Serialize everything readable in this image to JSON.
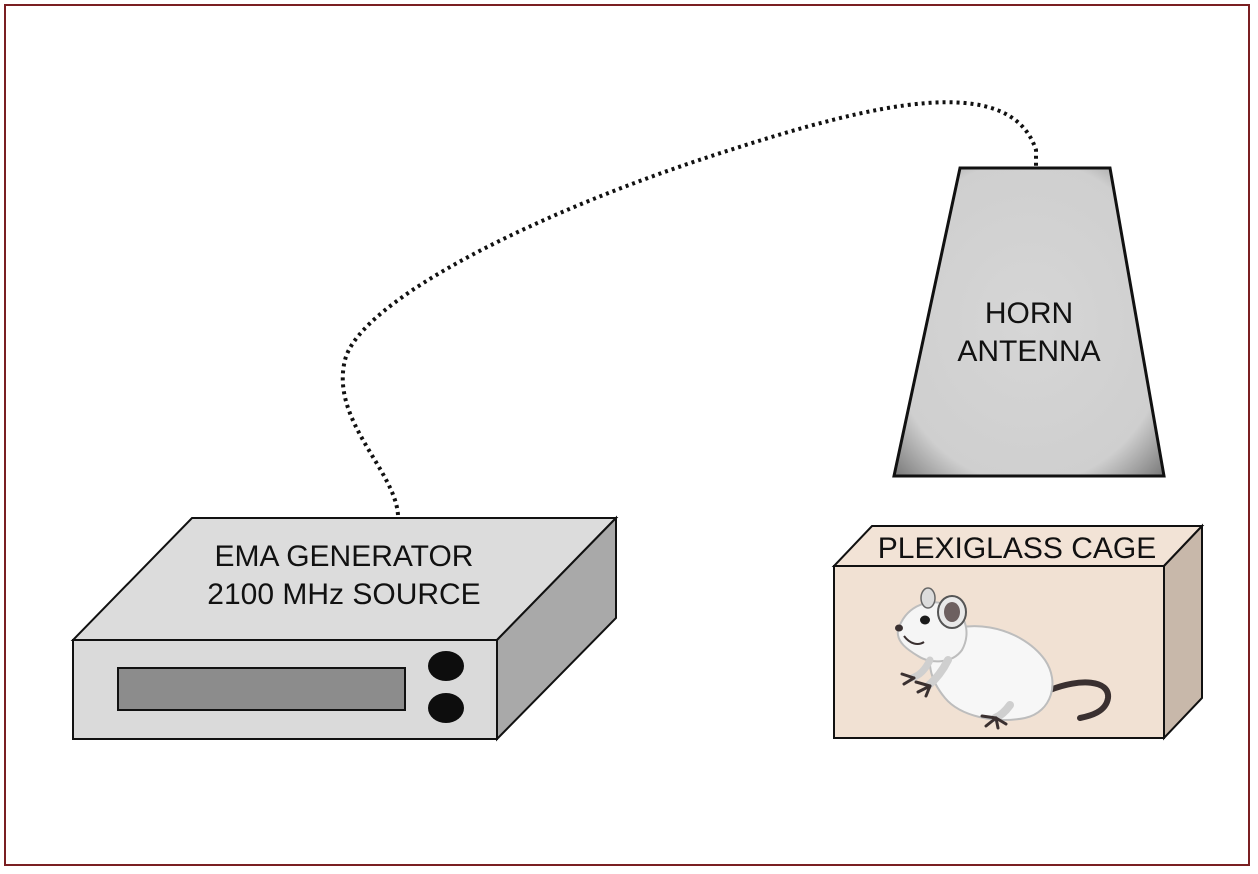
{
  "generator": {
    "line1": "EMA GENERATOR",
    "line2": "2100 MHz SOURCE"
  },
  "antenna": {
    "line1": "HORN",
    "line2": "ANTENNA"
  },
  "cage": {
    "label": "PLEXIGLASS CAGE"
  },
  "colors": {
    "frame_border": "#7a1f22",
    "device_face": "#d9d9d9",
    "device_side": "#a9a9a9",
    "display_panel": "#8c8c8c",
    "cage_front": "#f1e1d3",
    "cage_side": "#c9b8aa",
    "antenna_fill": "#d4d4d4"
  },
  "icons": {
    "subject": "rat-icon",
    "cable": "cable-line"
  }
}
